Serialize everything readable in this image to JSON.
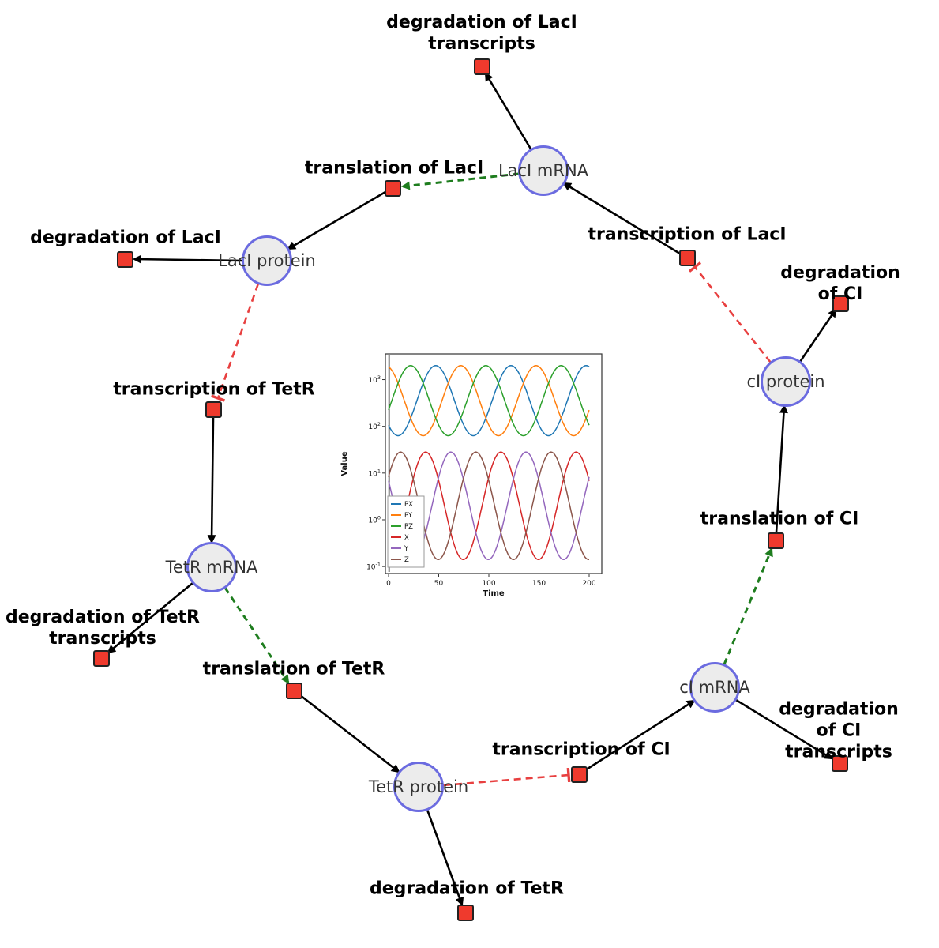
{
  "network": {
    "species": {
      "laci_mrna": {
        "label": "LacI mRNA"
      },
      "laci_protein": {
        "label": "LacI protein"
      },
      "tetr_mrna": {
        "label": "TetR mRNA"
      },
      "tetr_protein": {
        "label": "TetR protein"
      },
      "ci_mrna": {
        "label": "cI mRNA"
      },
      "ci_protein": {
        "label": "cI protein"
      }
    },
    "reactions": {
      "degradation_laci_transcripts": {
        "label": "degradation of LacI\ntranscripts"
      },
      "translation_laci": {
        "label": "translation of LacI"
      },
      "degradation_laci": {
        "label": "degradation of LacI"
      },
      "transcription_laci": {
        "label": "transcription of LacI"
      },
      "degradation_ci": {
        "label": "degradation of CI"
      },
      "transcription_tetr": {
        "label": "transcription of TetR"
      },
      "translation_ci": {
        "label": "translation of CI"
      },
      "degradation_tetr_transcripts": {
        "label": "degradation of TetR\ntranscripts"
      },
      "translation_tetr": {
        "label": "translation of TetR"
      },
      "degradation_ci_transcripts": {
        "label": "degradation of CI\ntranscripts"
      },
      "transcription_ci": {
        "label": "transcription of CI"
      },
      "degradation_tetr": {
        "label": "degradation of TetR"
      }
    }
  },
  "colors": {
    "species_fill": "#ececec",
    "species_border": "#6b6be0",
    "reaction_fill": "#ef3a2d",
    "reaction_border": "#222222",
    "edge_black": "#000000",
    "edge_activation_green": "#1e7d1e",
    "edge_inhibition_red": "#e84040"
  },
  "chart_data": {
    "type": "line",
    "title": "",
    "xlabel": "Time",
    "ylabel": "Value",
    "x_range": [
      0,
      200
    ],
    "x_ticks": [
      0,
      50,
      100,
      150,
      200
    ],
    "y_scale": "log",
    "y_ticks_exponents": [
      -1,
      0,
      1,
      2,
      3
    ],
    "y_range_log10": [
      -1.15,
      3.55
    ],
    "grid": false,
    "legend_position": "lower-left",
    "initial_transient_at_t": 0.5,
    "series": [
      {
        "name": "PX",
        "color": "#1f77b4",
        "log10_center": 2.55,
        "log10_amplitude": 0.75,
        "period": 75,
        "peak_t": 47
      },
      {
        "name": "PY",
        "color": "#ff7f0e",
        "log10_center": 2.55,
        "log10_amplitude": 0.75,
        "period": 75,
        "peak_t": 72
      },
      {
        "name": "PZ",
        "color": "#2ca02c",
        "log10_center": 2.55,
        "log10_amplitude": 0.75,
        "period": 75,
        "peak_t": 97
      },
      {
        "name": "X",
        "color": "#d62728",
        "log10_center": 0.3,
        "log10_amplitude": 1.15,
        "period": 75,
        "peak_t": 37
      },
      {
        "name": "Y",
        "color": "#9467bd",
        "log10_center": 0.3,
        "log10_amplitude": 1.15,
        "period": 75,
        "peak_t": 62
      },
      {
        "name": "Z",
        "color": "#8c564b",
        "log10_center": 0.3,
        "log10_amplitude": 1.15,
        "period": 75,
        "peak_t": 87
      }
    ]
  }
}
